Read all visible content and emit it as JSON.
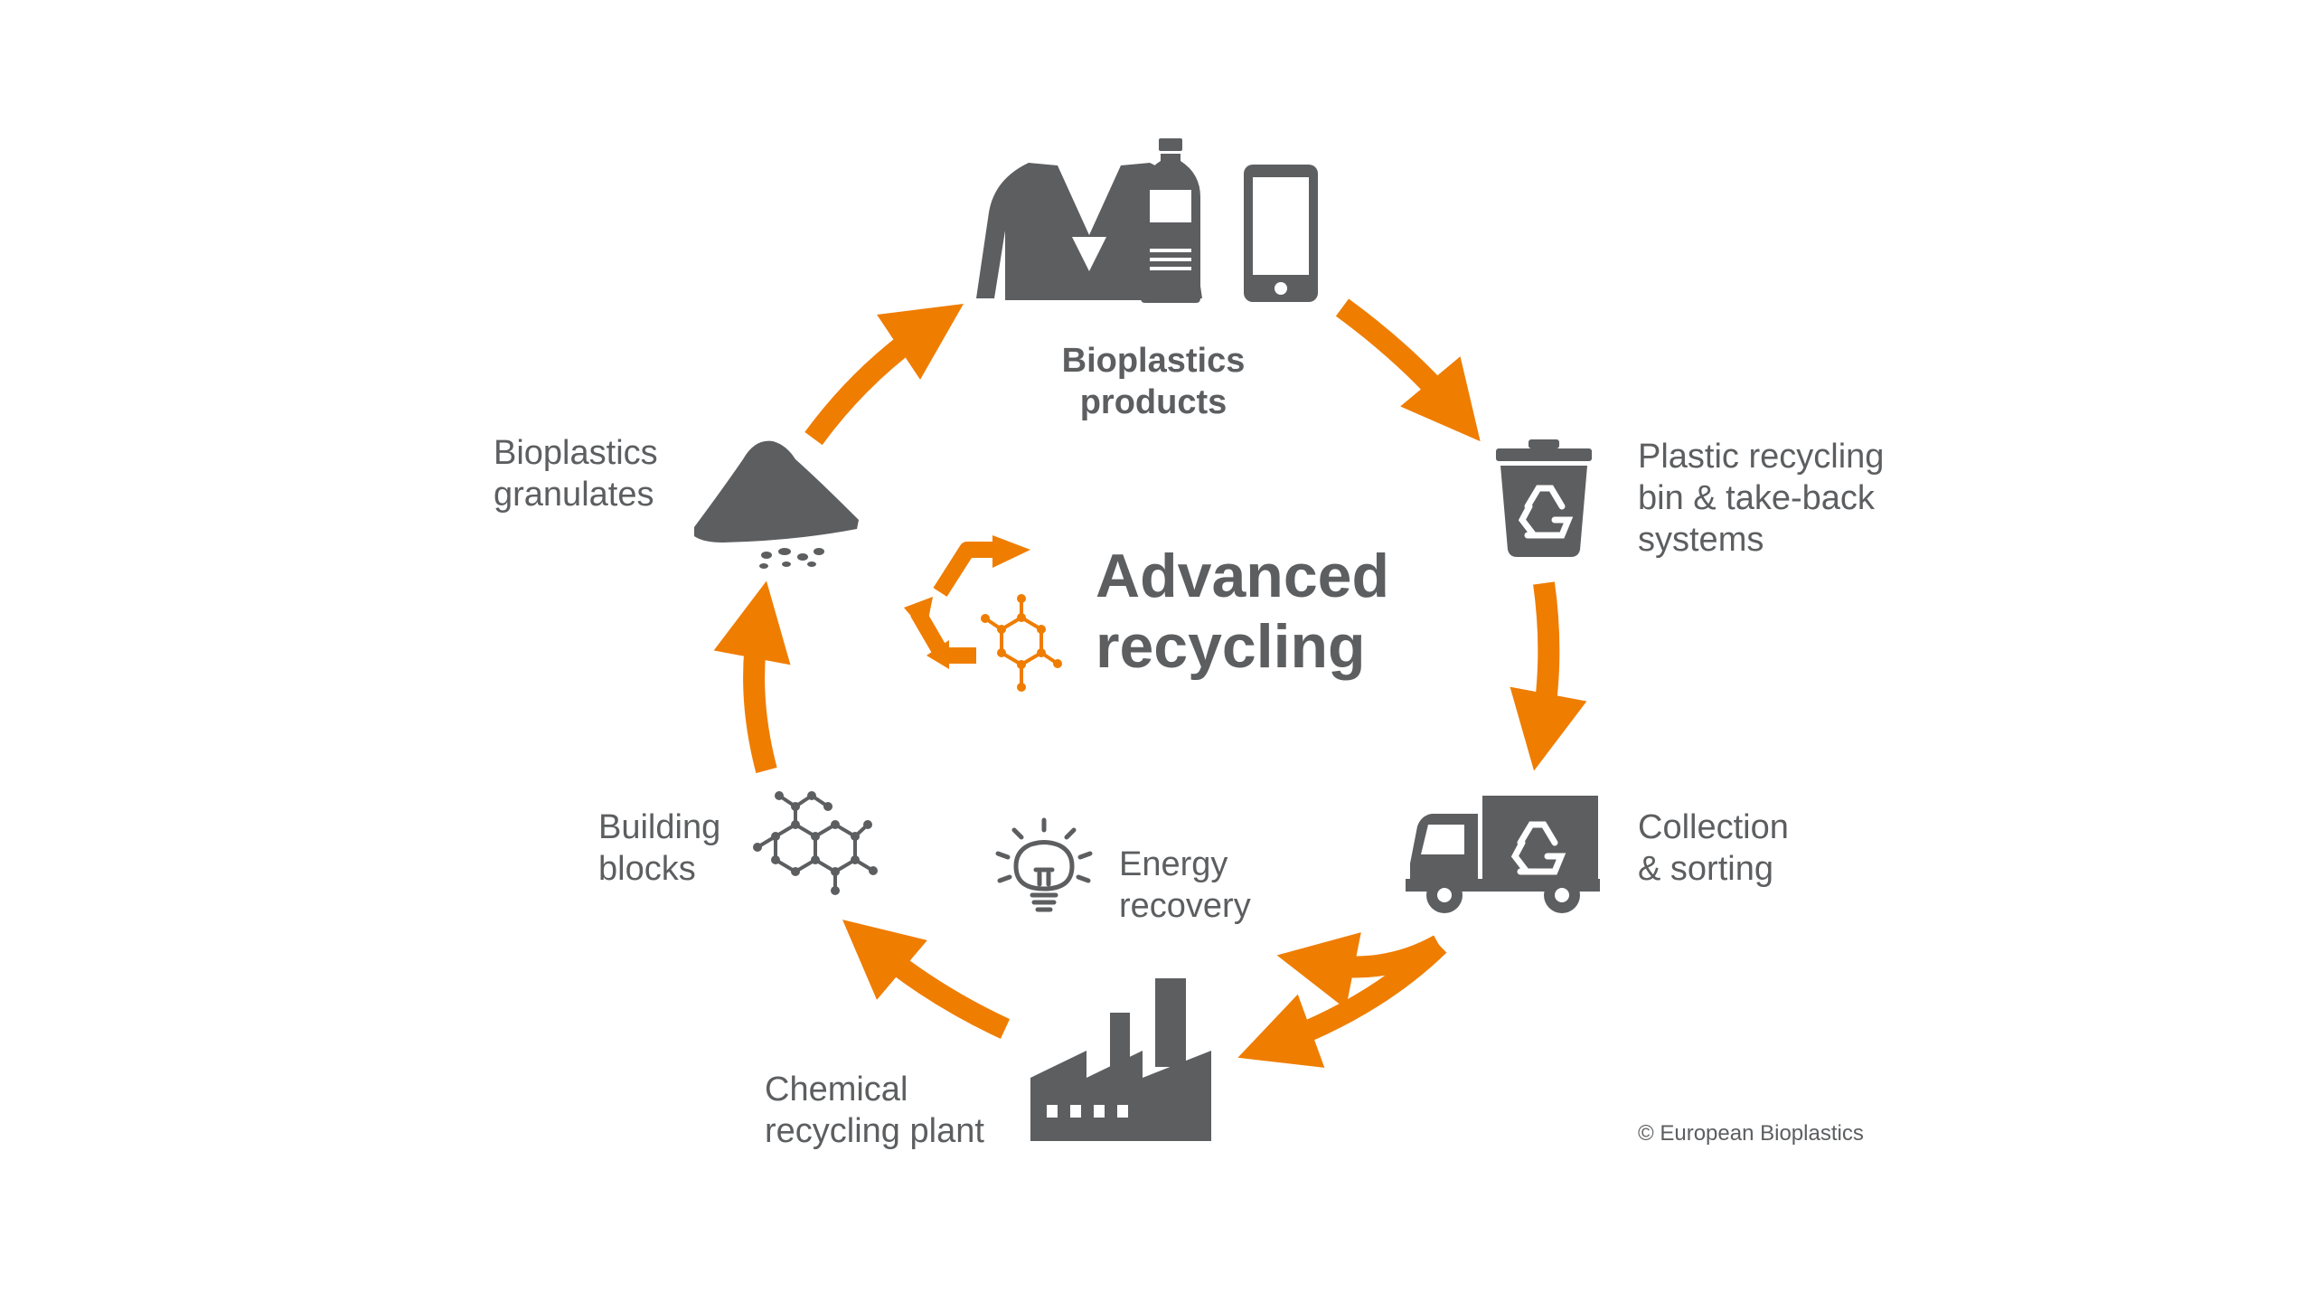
{
  "center": {
    "title_line1": "Advanced",
    "title_line2": "recycling"
  },
  "stages": {
    "products": {
      "line1": "Bioplastics",
      "line2": "products"
    },
    "bin": {
      "line1": "Plastic recycling",
      "line2": "bin & take-back",
      "line3": "systems"
    },
    "collection": {
      "line1": "Collection",
      "line2": "& sorting"
    },
    "energy": {
      "line1": "Energy",
      "line2": "recovery"
    },
    "plant": {
      "line1": "Chemical",
      "line2": "recycling plant"
    },
    "blocks": {
      "line1": "Building",
      "line2": "blocks"
    },
    "granulates": {
      "line1": "Bioplastics",
      "line2": "granulates"
    }
  },
  "copyright": "© European Bioplastics",
  "colors": {
    "accent": "#ef7d00",
    "icon": "#5c5e60",
    "text": "#5c5e60"
  },
  "icons": [
    "jacket-icon",
    "bottle-icon",
    "smartphone-icon",
    "recycling-bin-icon",
    "recycling-truck-icon",
    "factory-icon",
    "lightbulb-icon",
    "molecule-icon",
    "granulates-pile-icon",
    "recycle-molecule-icon"
  ]
}
